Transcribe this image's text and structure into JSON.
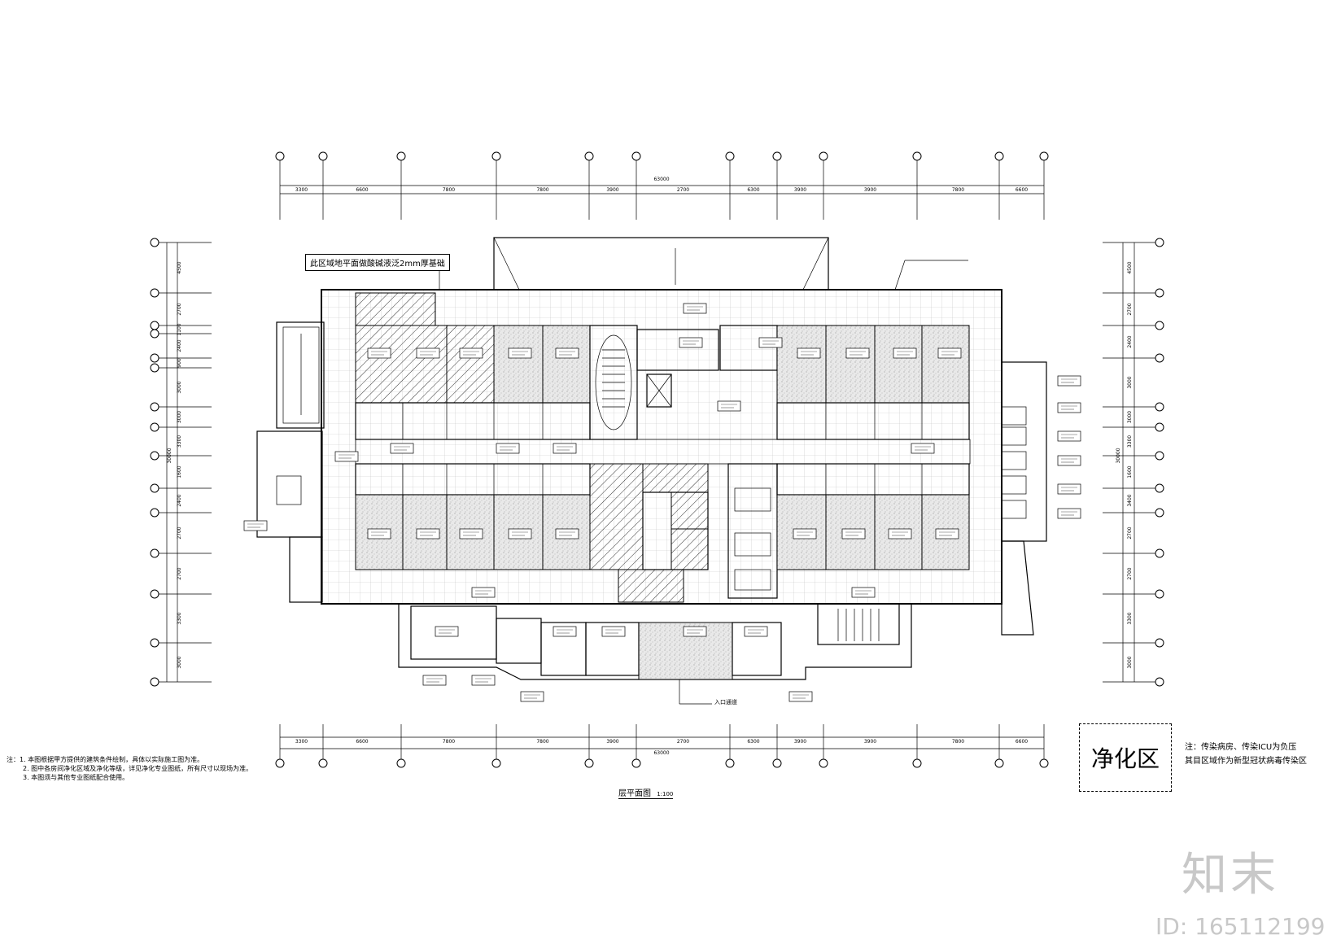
{
  "drawing": {
    "title": "层平面图",
    "scale": "1:100",
    "top_callout": "此区域地平面做酸碱液泛2mm厚基础",
    "bottom_callout": "入口通道"
  },
  "dimensions": {
    "top_total": "63000",
    "top_spans": [
      "3300",
      "6600",
      "7800",
      "7800",
      "3900",
      "2700",
      "6300",
      "3900",
      "3900",
      "7800",
      "6600",
      "3300"
    ],
    "bottom_total": "63000",
    "bottom_spans": [
      "3300",
      "6600",
      "7800",
      "7800",
      "3900",
      "2700",
      "6300",
      "3900",
      "3900",
      "7800",
      "6600",
      "3300"
    ],
    "left_total": "30000",
    "left_spans": [
      "4500",
      "2700",
      "1100",
      "2400",
      "900",
      "3000",
      "3000",
      "3300",
      "1600",
      "2400",
      "2700",
      "2700",
      "3300",
      "3000"
    ],
    "right_total": "30000",
    "right_spans": [
      "4500",
      "2700",
      "2400",
      "3000",
      "3000",
      "3300",
      "1600",
      "3400",
      "2700",
      "2700",
      "3300",
      "3000"
    ]
  },
  "legend": {
    "label": "净化区",
    "note_lines": [
      "注：传染病房、传染ICU为负压",
      "其目区域作为新型冠状病毒传染区"
    ]
  },
  "notes": [
    "注：1. 本图根据甲方提供的建筑条件绘制，具体以实际施工图为准。",
    "2. 图中各房间净化区域及净化等级，详见净化专业图纸，所有尺寸以现场为准。",
    "3. 本图须与其他专业图纸配合使用。"
  ],
  "watermark": {
    "logo": "知末",
    "id": "ID: 165112199"
  }
}
